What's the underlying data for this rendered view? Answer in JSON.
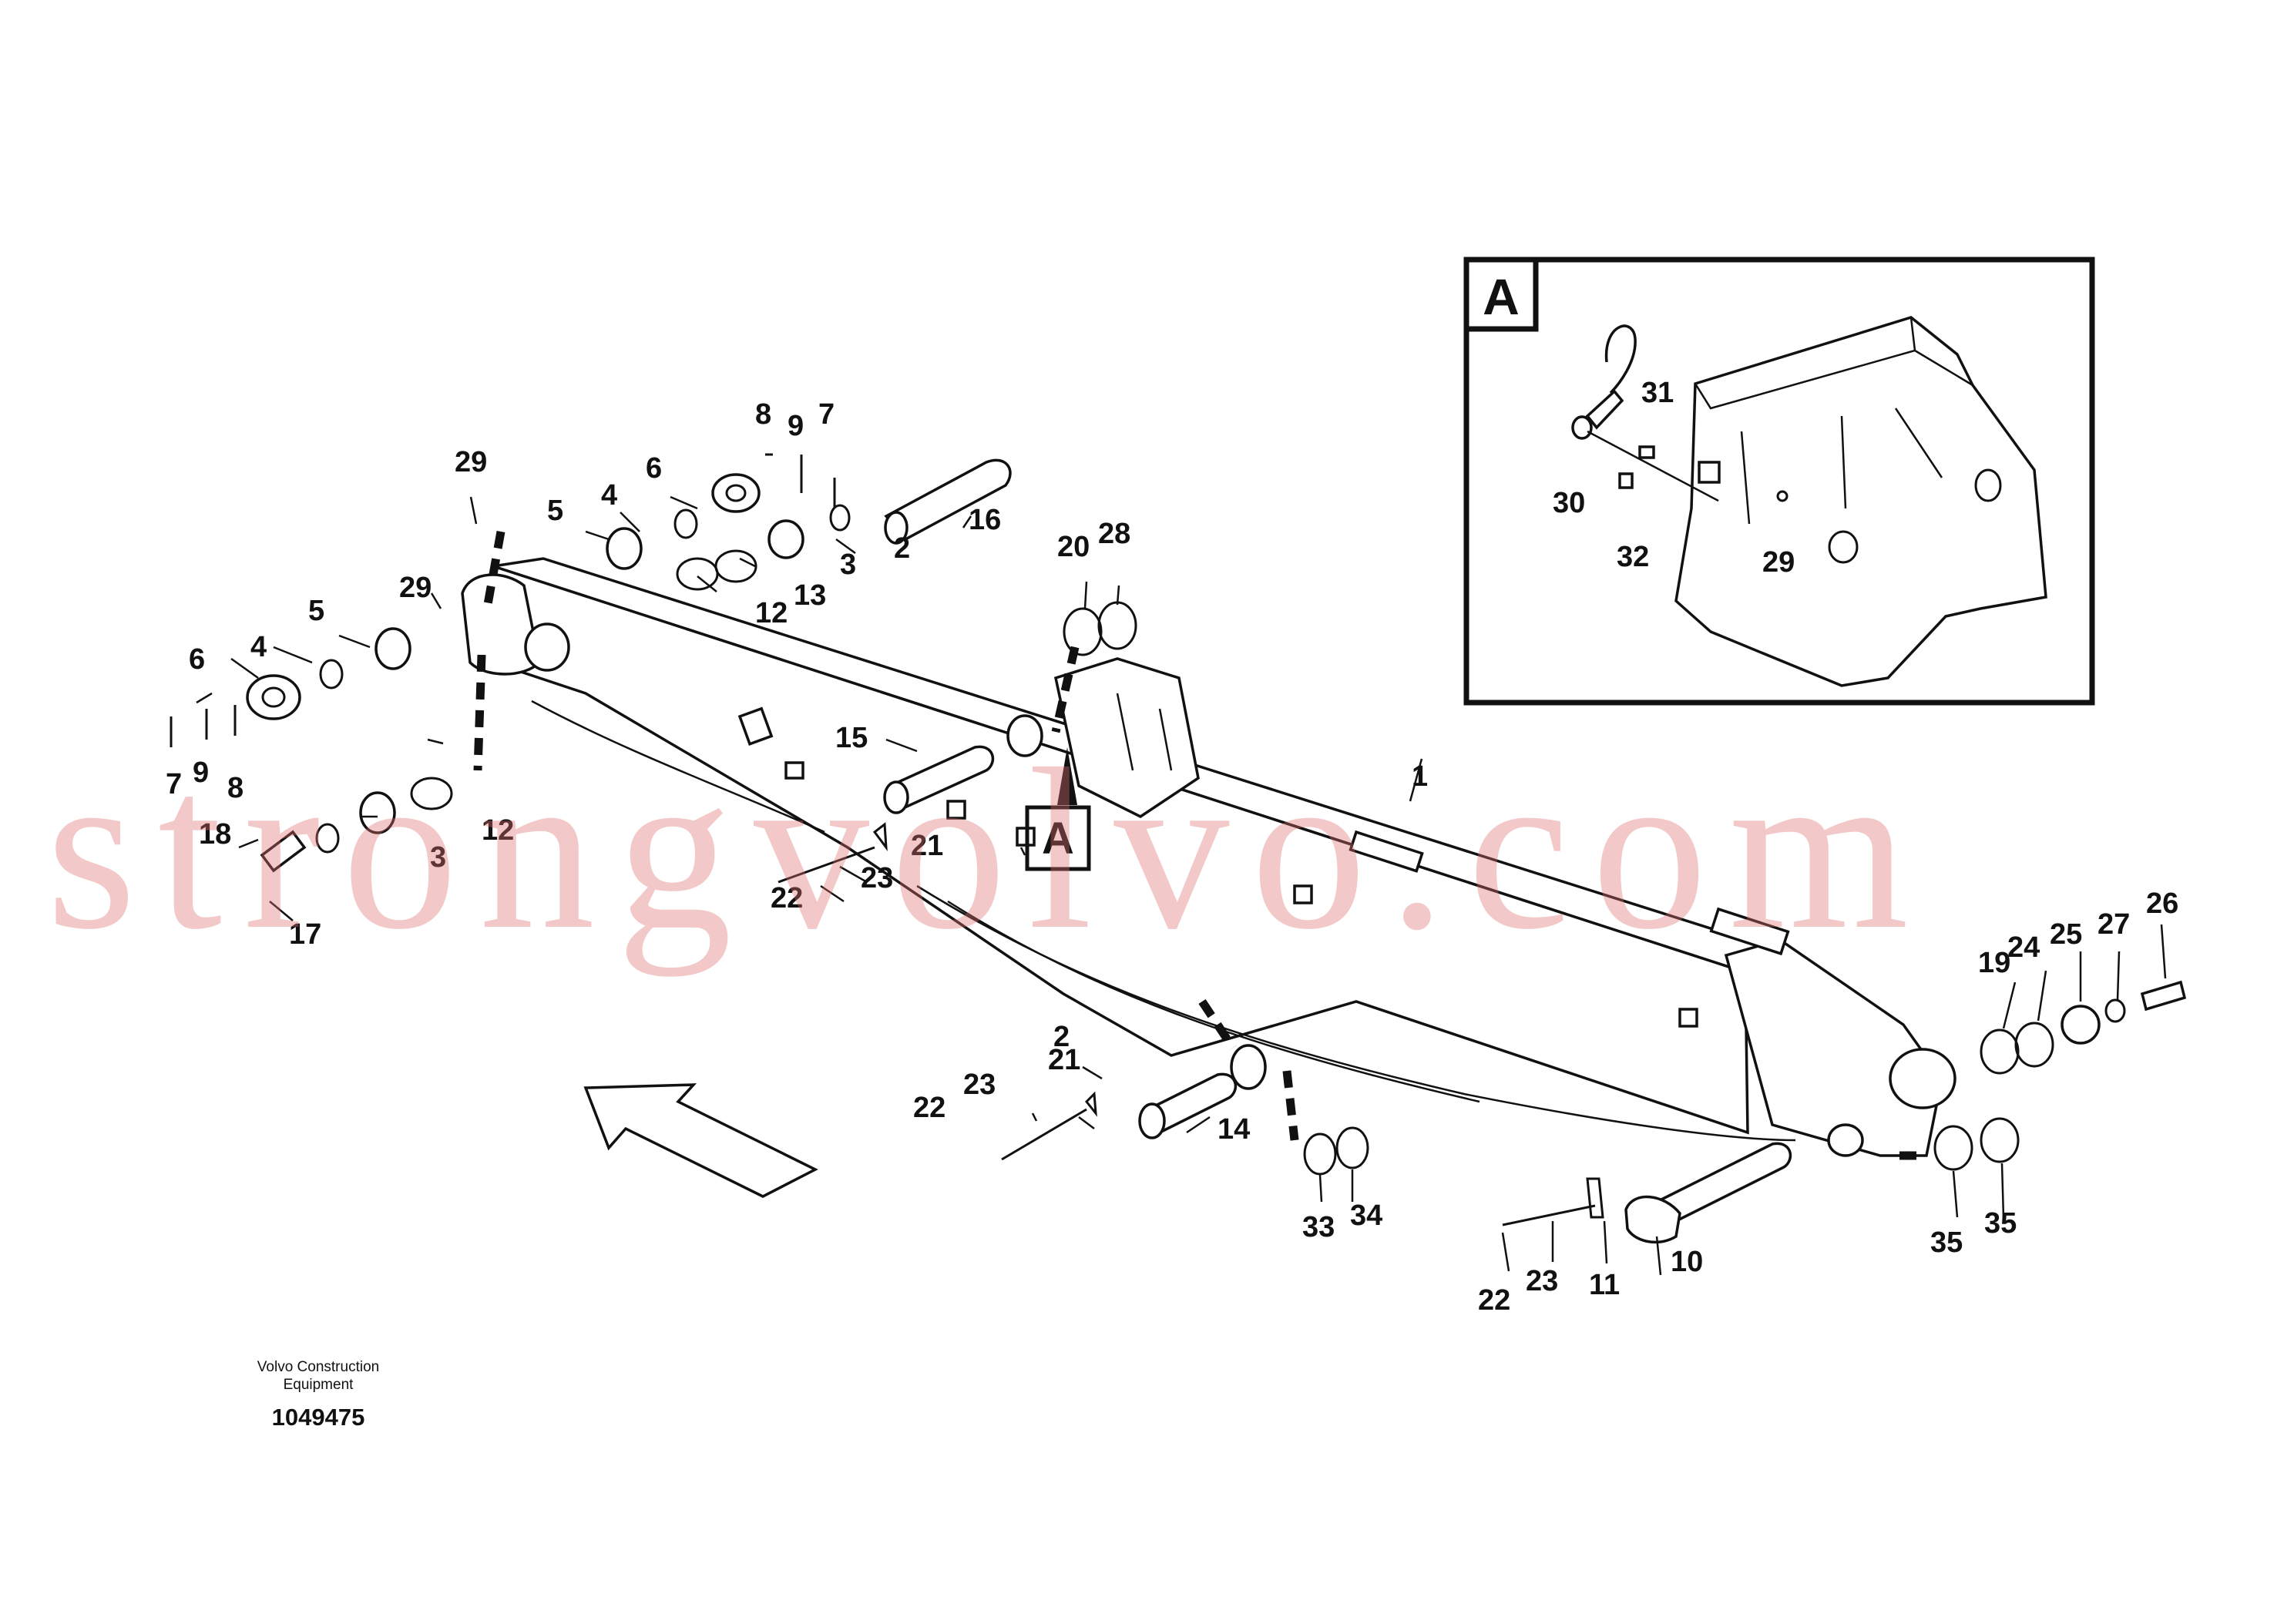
{
  "callouts": [
    "1",
    "2",
    "2",
    "3",
    "3",
    "4",
    "4",
    "5",
    "5",
    "6",
    "6",
    "7",
    "7",
    "8",
    "8",
    "9",
    "9",
    "10",
    "11",
    "12",
    "12",
    "13",
    "14",
    "15",
    "16",
    "17",
    "18",
    "19",
    "20",
    "21",
    "21",
    "22",
    "22",
    "22",
    "23",
    "23",
    "23",
    "24",
    "25",
    "26",
    "27",
    "28",
    "29",
    "29",
    "29",
    "30",
    "31",
    "32",
    "33",
    "34",
    "35",
    "35"
  ],
  "detail": {
    "label": "A"
  },
  "view_marker": {
    "label": "A"
  },
  "footer": {
    "line1": "Volvo Construction",
    "line2": "Equipment",
    "number": "1049475"
  },
  "watermark": "strongvolvo.com",
  "colors": {
    "ink": "#111111",
    "watermark": "#dc6e6e",
    "background": "#ffffff"
  }
}
